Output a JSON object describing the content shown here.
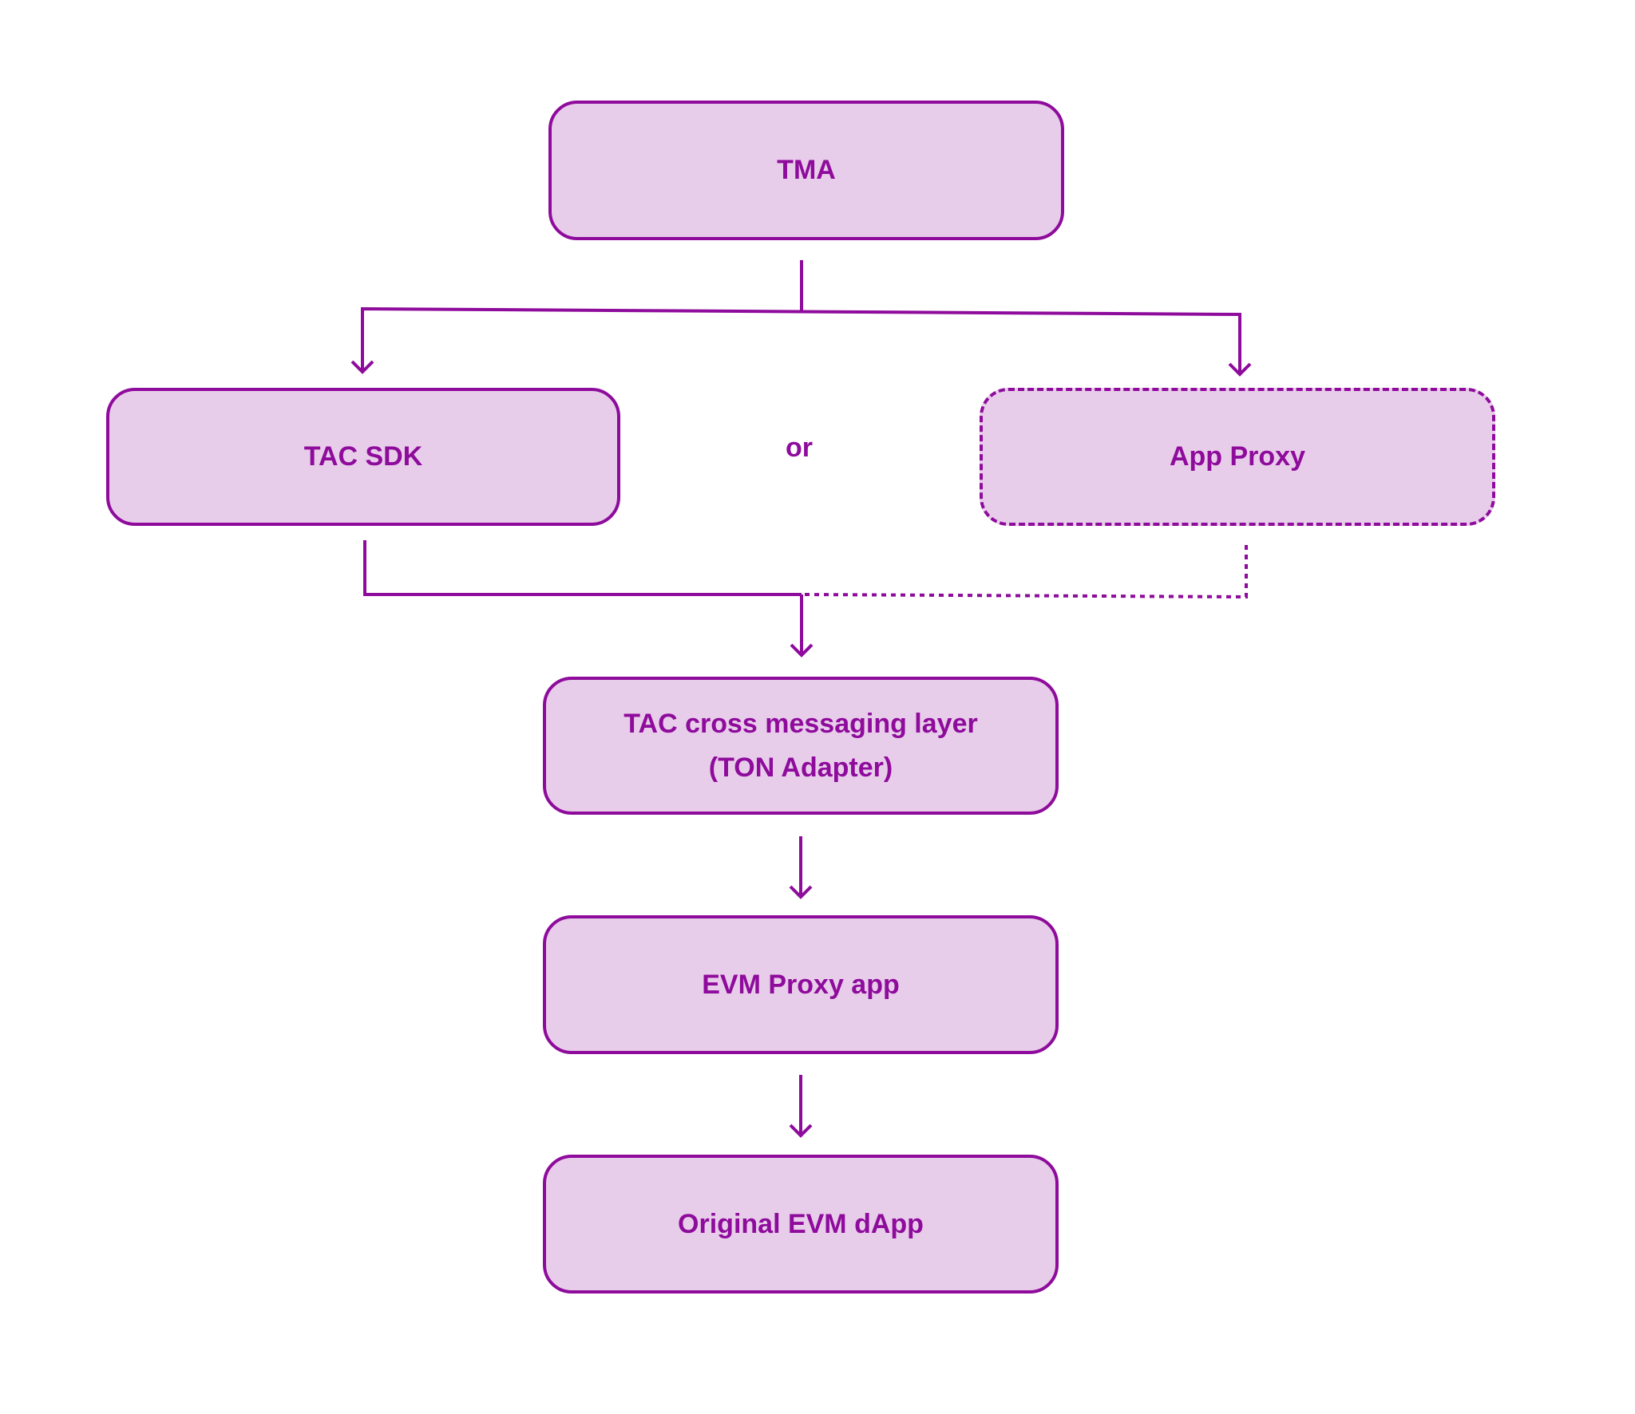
{
  "nodes": {
    "tma": "TMA",
    "tac_sdk": "TAC SDK",
    "app_proxy": "App Proxy",
    "cross_layer_line1": "TAC cross messaging layer",
    "cross_layer_line2": "(TON Adapter)",
    "evm_proxy": "EVM Proxy app",
    "original_dapp": "Original EVM dApp"
  },
  "or_label": "or",
  "colors": {
    "stroke": "#8e0b9c",
    "fill": "#e8cdea"
  }
}
